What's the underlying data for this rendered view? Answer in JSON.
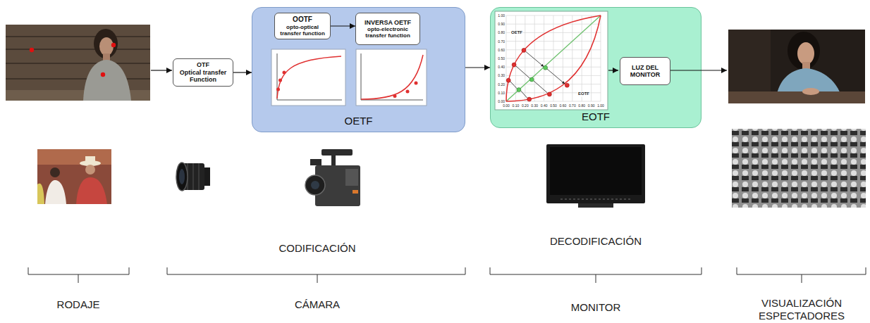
{
  "diagram": {
    "nodes": [
      {
        "text": [
          "OTF",
          "Optical transfer Function"
        ]
      },
      {
        "text": [
          "OETF"
        ]
      },
      {
        "text": [
          "OOTF",
          "opto-optical transfer function"
        ],
        "in": 1
      },
      {
        "text": [
          "INVERSA OETF",
          "opto-electronic transfer function"
        ],
        "in": 1
      },
      {
        "text": [
          "EOTF"
        ]
      },
      {
        "text": [
          "LUZ DEL MONITOR"
        ],
        "in": 4
      }
    ],
    "edges": [
      {
        "from": 0,
        "to": 1,
        "arrow": "to"
      },
      {
        "from": 2,
        "to": 3,
        "arrow": "to"
      },
      {
        "from": 1,
        "to": 4,
        "arrow": "to"
      }
    ],
    "labels": [
      "OETF",
      "EOTF",
      "1.00",
      "0.90",
      "0.80",
      "0.70",
      "0.60",
      "0.50",
      "0.40",
      "0.30",
      "0.20",
      "0.10",
      "0.00",
      "0.00",
      "0.10",
      "0.20",
      "0.30",
      "0.40",
      "0.50",
      "0.60",
      "0.70",
      "0.80",
      "0.90",
      "1.00",
      "CODIFICACIÓN",
      "DECODIFICACIÓN",
      "RODAJE",
      "CÁMARA",
      "MONITOR",
      "VISUALIZACIÓN ESPECTADORES"
    ]
  }
}
